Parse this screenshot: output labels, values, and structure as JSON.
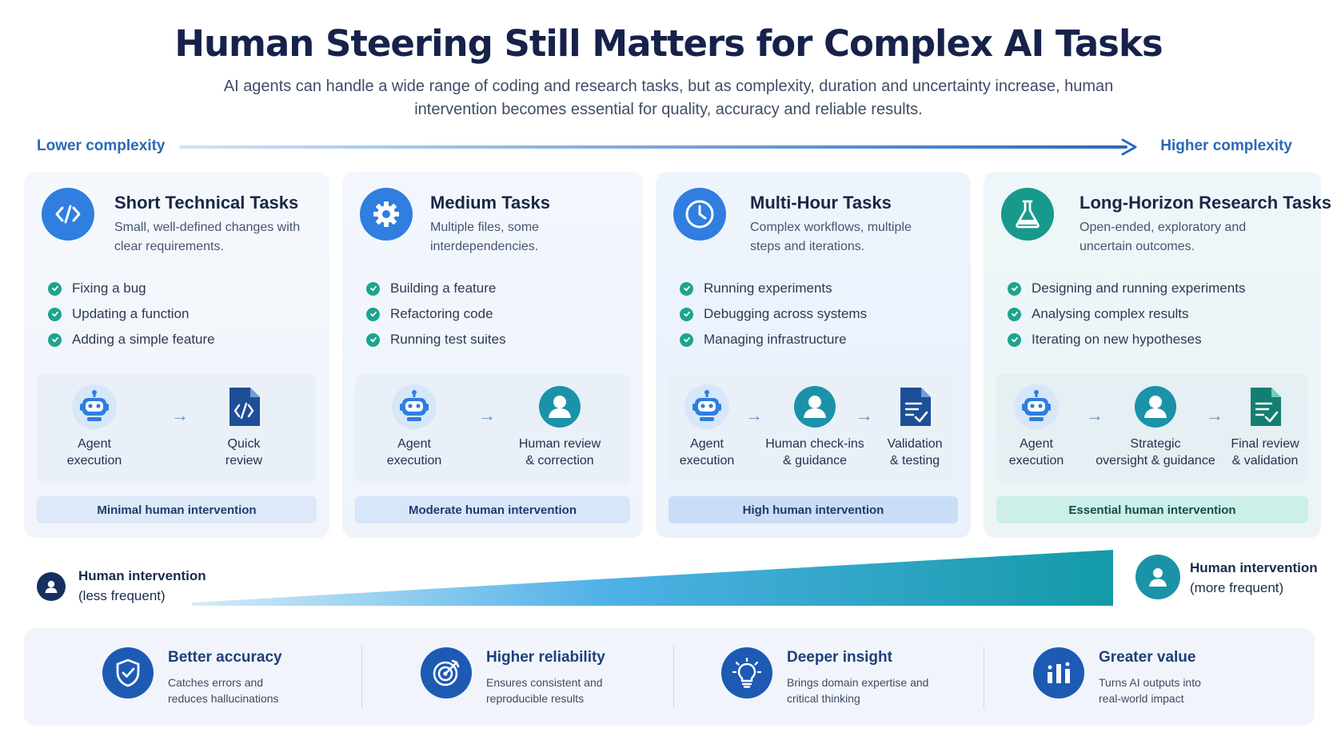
{
  "header": {
    "title": "Human Steering Still Matters for Complex AI Tasks",
    "subtitle": "AI agents can handle a wide range of coding and research tasks, but as complexity, duration and uncertainty increase, human intervention becomes essential for quality, accuracy and reliable results."
  },
  "scale": {
    "left_label": "Lower complexity",
    "right_label": "Higher complexity"
  },
  "cards": [
    {
      "title": "Short Technical Tasks",
      "description": "Small, well-defined changes with clear requirements.",
      "icon": "code-icon",
      "checks": [
        "Fixing a bug",
        "Updating a function",
        "Adding a simple feature"
      ],
      "steps": [
        {
          "label": "Agent\nexecution",
          "icon": "robot-icon"
        },
        {
          "label": "Quick\nreview",
          "icon": "code-file-icon"
        }
      ],
      "badge": "Minimal human intervention"
    },
    {
      "title": "Medium Tasks",
      "description": "Multiple files, some interdependencies.",
      "icon": "gear-icon",
      "checks": [
        "Building a feature",
        "Refactoring code",
        "Running test suites"
      ],
      "steps": [
        {
          "label": "Agent\nexecution",
          "icon": "robot-icon"
        },
        {
          "label": "Human review\n& correction",
          "icon": "person-icon"
        }
      ],
      "badge": "Moderate human intervention"
    },
    {
      "title": "Multi-Hour Tasks",
      "description": "Complex workflows, multiple steps and iterations.",
      "icon": "clock-icon",
      "checks": [
        "Running experiments",
        "Debugging across systems",
        "Managing infrastructure"
      ],
      "steps": [
        {
          "label": "Agent\nexecution",
          "icon": "robot-icon"
        },
        {
          "label": "Human check-ins\n& guidance",
          "icon": "person-icon"
        },
        {
          "label": "Validation\n& testing",
          "icon": "checklist-document-icon"
        }
      ],
      "badge": "High human intervention"
    },
    {
      "title": "Long-Horizon Research Tasks",
      "description": "Open-ended, exploratory and uncertain outcomes.",
      "icon": "flask-icon",
      "checks": [
        "Designing and running experiments",
        "Analysing complex results",
        "Iterating on new hypotheses"
      ],
      "steps": [
        {
          "label": "Agent\nexecution",
          "icon": "robot-icon"
        },
        {
          "label": "Strategic\noversight & guidance",
          "icon": "person-icon"
        },
        {
          "label": "Final review\n& validation",
          "icon": "checklist-document-icon"
        }
      ],
      "badge": "Essential human intervention"
    }
  ],
  "intervention": {
    "left_title": "Human intervention",
    "left_sub": "(less frequent)",
    "right_title": "Human intervention",
    "right_sub": "(more frequent)"
  },
  "benefits": [
    {
      "title": "Better accuracy",
      "description": "Catches errors and reduces hallucinations",
      "icon": "shield-check-icon"
    },
    {
      "title": "Higher reliability",
      "description": "Ensures consistent and reproducible results",
      "icon": "target-icon"
    },
    {
      "title": "Deeper insight",
      "description": "Brings domain expertise and critical thinking",
      "icon": "lightbulb-icon"
    },
    {
      "title": "Greater value",
      "description": "Turns AI outputs into real-world impact",
      "icon": "bar-chart-icon"
    }
  ],
  "colors": {
    "title": "#16224a",
    "accent_blue": "#2f7ee0",
    "accent_teal": "#17998c",
    "check_green": "#1ea48e",
    "navy": "#1d5ab4"
  }
}
